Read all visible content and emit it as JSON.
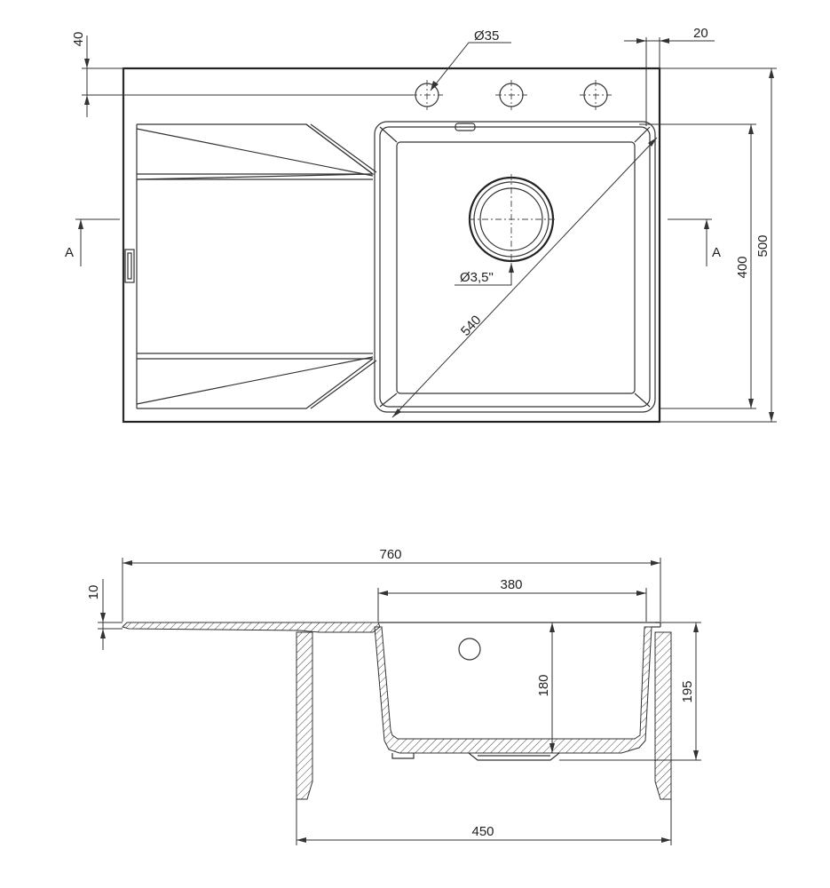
{
  "drawing": {
    "top_view": {
      "dims": {
        "offset": "40",
        "hole_dia": "Ø35",
        "rim": "20",
        "depth_total": "500",
        "bowl_depth": "400",
        "diagonal": "540",
        "waste_dia": "Ø3,5\"",
        "section_left": "A",
        "section_right": "A"
      },
      "tap_holes": 3
    },
    "section_view": {
      "dims": {
        "overall_width": "760",
        "bowl_width": "380",
        "cabinet_width": "450",
        "rim_thickness": "10",
        "bowl_height": "180",
        "total_height": "195"
      }
    },
    "colors": {
      "line": "#333333",
      "background": "#ffffff"
    }
  }
}
